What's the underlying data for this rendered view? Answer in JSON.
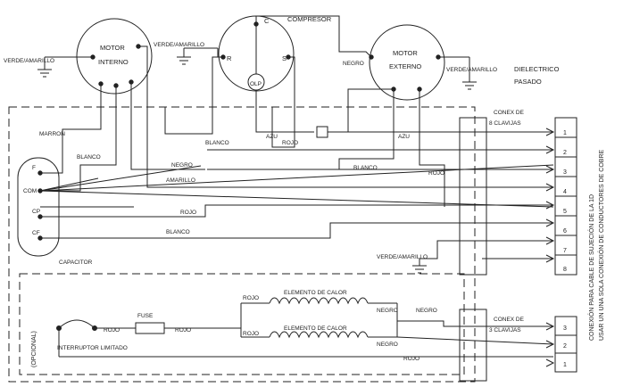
{
  "motor_interno": {
    "label_line1": "MOTOR",
    "label_line2": "INTERNO",
    "ground_label": "VERDE/AMARILLO"
  },
  "compresor": {
    "label": "COMPRESOR",
    "ground_label": "VERDE/AMARILLO",
    "terminal_c": "C",
    "terminal_r": "R",
    "terminal_s": "S",
    "terminal_olp": "OLP"
  },
  "motor_externo": {
    "label_line1": "MOTOR",
    "label_line2": "EXTERNO",
    "wire_label": "NEGRO",
    "ground_label": "VERDE/AMARILLO"
  },
  "dielectric_note": {
    "line1": "DIELECTRICO",
    "line2": "PASADO"
  },
  "capacitor": {
    "label": "CAPACITOR",
    "terminal_fan": "F",
    "terminal_com": "COM",
    "terminal_cp": "CP",
    "terminal_cf": "CF"
  },
  "wire_labels": {
    "marron": "MARRON",
    "blanco_1": "BLANCO",
    "blanco_2": "BLANCO",
    "blanco_3": "BLANCO",
    "blanco_4": "BLANCO",
    "negro": "NEGRO",
    "amarillo": "AMARILLO",
    "rojo_1": "ROJO",
    "rojo_2": "ROJO",
    "rojo_3": "ROJO",
    "azul_1": "AZU",
    "azul_2": "AZU",
    "verde_amarillo": "VERDE/AMARILLO"
  },
  "connector_8": {
    "label_line1": "CONEX DE",
    "label_line2": "8 CLAVIJAS",
    "pins": [
      "1",
      "2",
      "3",
      "4",
      "5",
      "6",
      "7",
      "8"
    ]
  },
  "connector_3": {
    "label_line1": "CONEX DE",
    "label_line2": "3 CLAVIJAS",
    "pins": [
      "3",
      "2",
      "1"
    ]
  },
  "heater": {
    "optional_label": "(OPCIONAL)",
    "limit_switch_label": "INTERRUPTOR LIMITADO",
    "fuse_label": "FUSE",
    "element_1_label": "ELEMENTO DE CALOR",
    "element_2_label": "ELEMENTO DE CALOR",
    "wire_rojo_a": "ROJO",
    "wire_rojo_b": "ROJO",
    "wire_rojo_c": "ROJO",
    "wire_rojo_d": "ROJO",
    "wire_negro_a": "NEGRO",
    "wire_negro_b": "NEGRO",
    "wire_negro_c": "NEGRO",
    "wire_rojo_out": "ROJO"
  },
  "side_note": {
    "line1": "CONEXIÓN PARA CABLE DE SUJECIÓN DE LA 1D",
    "line2": "USAR UN UNA SOLA CONEXIÓN DE CONDUCTORES DE COBRE"
  }
}
